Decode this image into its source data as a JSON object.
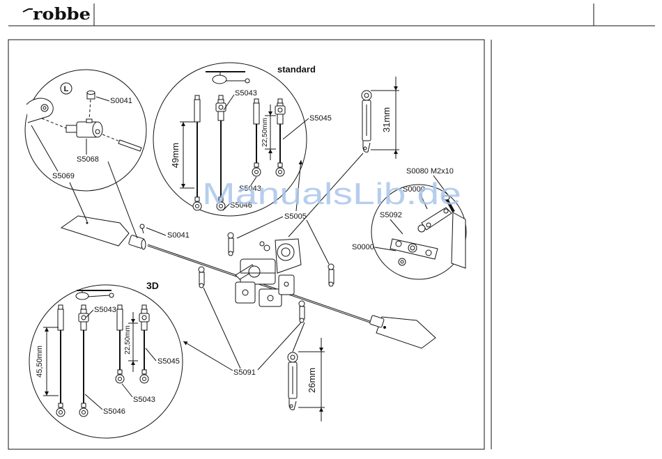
{
  "header": {
    "logo": "robbe"
  },
  "watermark": "ManualsLib.de",
  "colors": {
    "ink": "#111111",
    "watermark": "#aac6ea"
  },
  "diagram": {
    "setup_standard": "standard",
    "setup_3d": "3D",
    "loctite_symbol": "L",
    "labels": {
      "s0041_top": "S0041",
      "s5068": "S5068",
      "s5069": "S5069",
      "s5043_std": "S5043",
      "s5045_std": "S5045",
      "s5043_std_lower": "S5043",
      "s5046_std": "S5046",
      "s5005": "S5005",
      "s0041_mid": "S0041",
      "s0080": "S0080 M2x10",
      "s0000_top": "S0000",
      "s5092": "S5092",
      "s0000_bottom": "S0000",
      "s5043_3d_top": "S5043",
      "s5045_3d": "S5045",
      "s5043_3d_bottom": "S5043",
      "s5046_3d": "S5046",
      "s5091": "S5091"
    },
    "dimensions": {
      "std_long_rod": "49mm",
      "std_short_rod": "22,50mm",
      "d3_long_rod": "45,50mm",
      "d3_short_rod": "22,50mm",
      "upper_link": "31mm",
      "lower_link": "26mm"
    }
  }
}
